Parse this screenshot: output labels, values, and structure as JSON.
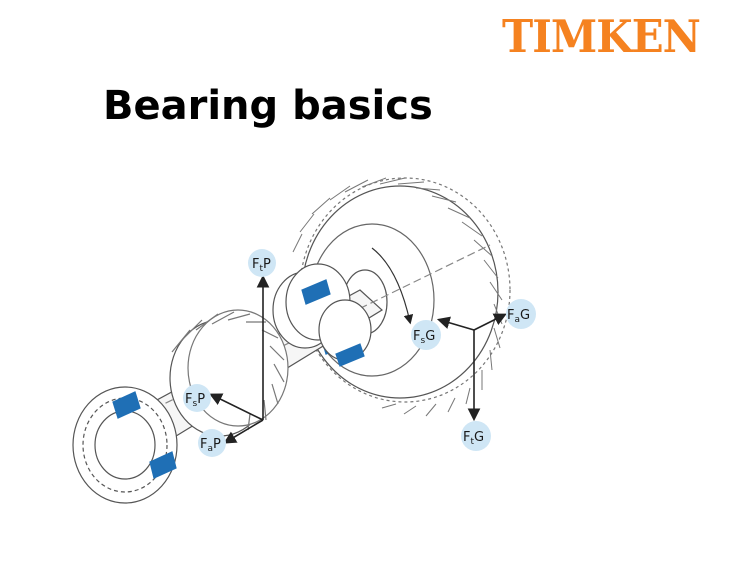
{
  "brand": {
    "logo_text": "TIMKEN",
    "color": "#F58220"
  },
  "slide": {
    "title": "Bearing basics"
  },
  "colors": {
    "bearing_blue": "#1F6FB5",
    "label_circle": "#CFE6F5",
    "line": "#555555"
  },
  "forces": [
    {
      "id": "FtP",
      "main": "F",
      "sub": "t",
      "tail": "P"
    },
    {
      "id": "FsP",
      "main": "F",
      "sub": "s",
      "tail": "P"
    },
    {
      "id": "FaP",
      "main": "F",
      "sub": "a",
      "tail": "P"
    },
    {
      "id": "FsG",
      "main": "F",
      "sub": "s",
      "tail": "G"
    },
    {
      "id": "FaG",
      "main": "F",
      "sub": "a",
      "tail": "G"
    },
    {
      "id": "FtG",
      "main": "F",
      "sub": "t",
      "tail": "G"
    }
  ]
}
